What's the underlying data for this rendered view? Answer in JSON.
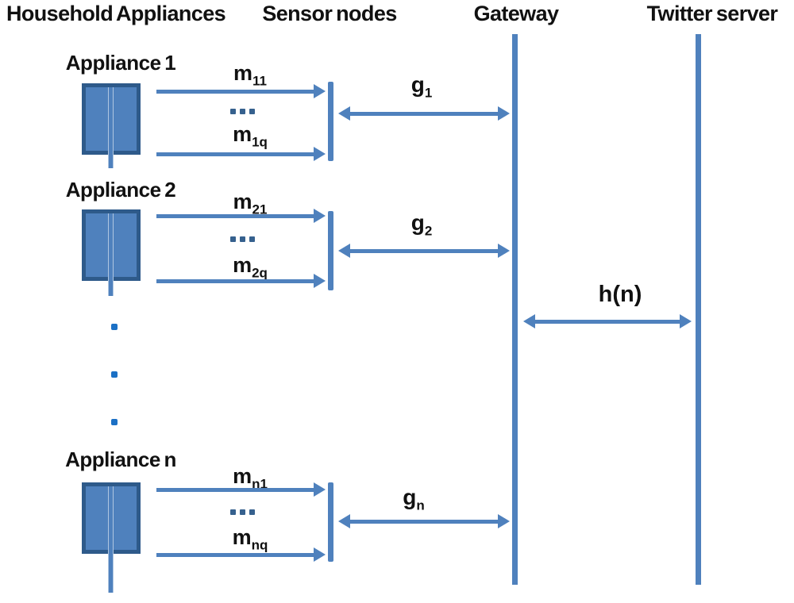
{
  "header": {
    "columns": [
      {
        "label": "Household Appliances"
      },
      {
        "label": "Sensor nodes"
      },
      {
        "label": "Gateway"
      },
      {
        "label": "Twitter server"
      }
    ]
  },
  "colors": {
    "accent": "#4f81bd",
    "appliance_border": "#2e5a8a",
    "ellipsis_color": "#36618e",
    "dot_color": "#1b70c5",
    "text_color": "#111111"
  },
  "groups": [
    {
      "label": "Appliance 1",
      "first_message": {
        "base": "m",
        "sub": "11"
      },
      "ellipsis": "…",
      "last_message": {
        "base": "m",
        "sub": "1q"
      },
      "gateway_link": {
        "base": "g",
        "sub": "1"
      }
    },
    {
      "label": "Appliance 2",
      "first_message": {
        "base": "m",
        "sub": "21"
      },
      "ellipsis": "…",
      "last_message": {
        "base": "m",
        "sub": "2q"
      },
      "gateway_link": {
        "base": "g",
        "sub": "2"
      }
    },
    {
      "label": "Appliance n",
      "first_message": {
        "base": "m",
        "sub": "n1"
      },
      "ellipsis": "…",
      "last_message": {
        "base": "m",
        "sub": "nq"
      },
      "gateway_link": {
        "base": "g",
        "sub": "n"
      }
    }
  ],
  "twitter_link": {
    "label": "h(n)"
  }
}
